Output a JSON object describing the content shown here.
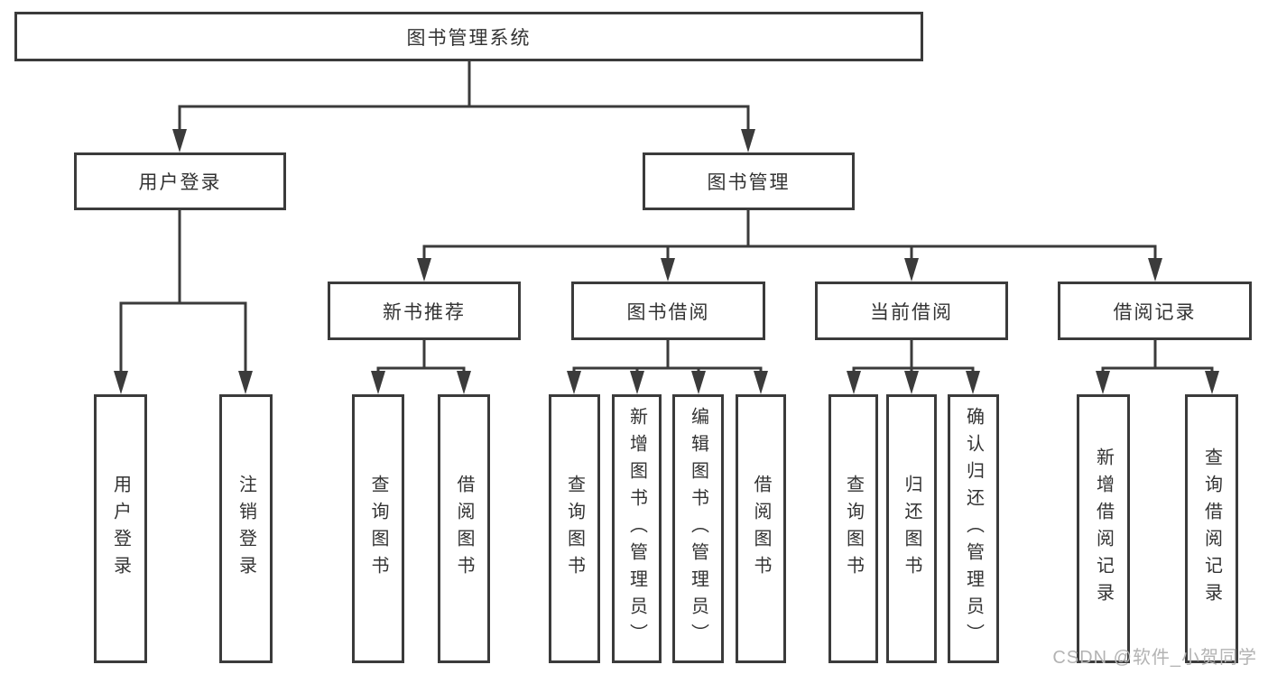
{
  "tree": {
    "label": "图书管理系统",
    "children": [
      {
        "label": "用户登录",
        "children": [
          {
            "label": "用户登录"
          },
          {
            "label": "注销登录"
          }
        ]
      },
      {
        "label": "图书管理",
        "children": [
          {
            "label": "新书推荐",
            "children": [
              {
                "label": "查询图书"
              },
              {
                "label": "借阅图书"
              }
            ]
          },
          {
            "label": "图书借阅",
            "children": [
              {
                "label": "查询图书"
              },
              {
                "label": "新增图书（管理员）"
              },
              {
                "label": "编辑图书（管理员）"
              },
              {
                "label": "借阅图书"
              }
            ]
          },
          {
            "label": "当前借阅",
            "children": [
              {
                "label": "查询图书"
              },
              {
                "label": "归还图书"
              },
              {
                "label": "确认归还（管理员）"
              }
            ]
          },
          {
            "label": "借阅记录",
            "children": [
              {
                "label": "新增借阅记录"
              },
              {
                "label": "查询借阅记录"
              }
            ]
          }
        ]
      }
    ]
  },
  "watermark": {
    "text": "CSDN @软件_小贺同学"
  },
  "colors": {
    "line": "#3b3b3b",
    "text": "#333333",
    "watermark": "#b3b3b3",
    "background": "#ffffff"
  }
}
